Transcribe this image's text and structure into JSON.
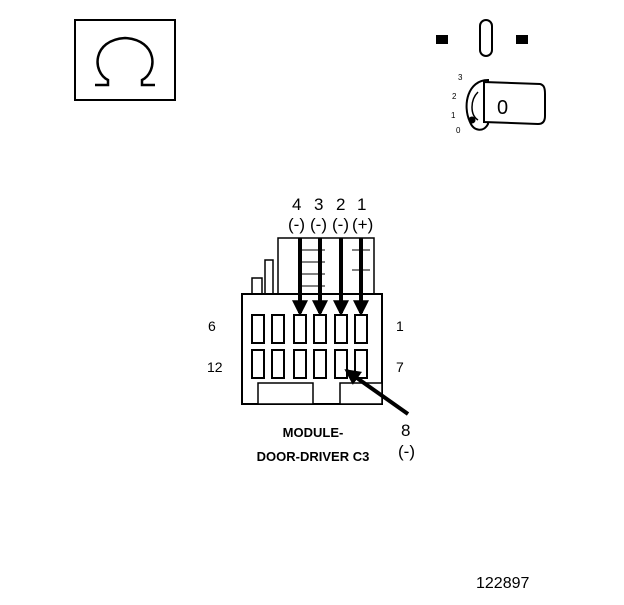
{
  "symbol": {
    "ohm_glyph": "Ω"
  },
  "ignition": {
    "positions": [
      "3",
      "2",
      "1",
      "0"
    ],
    "key_label": "0",
    "active_position": "1"
  },
  "connector": {
    "top_pins": [
      {
        "number": "4",
        "polarity": "(-)"
      },
      {
        "number": "3",
        "polarity": "(-)"
      },
      {
        "number": "2",
        "polarity": "(-)"
      },
      {
        "number": "1",
        "polarity": "(+)"
      }
    ],
    "row_labels": {
      "top_left": "6",
      "top_right": "1",
      "bottom_left": "12",
      "bottom_right": "7"
    },
    "bottom_pin": {
      "number": "8",
      "polarity": "(-)"
    },
    "name_line1": "MODULE-",
    "name_line2": "DOOR-DRIVER C3"
  },
  "figure_id": "122897",
  "colors": {
    "ink": "#000000",
    "paper": "#ffffff"
  }
}
